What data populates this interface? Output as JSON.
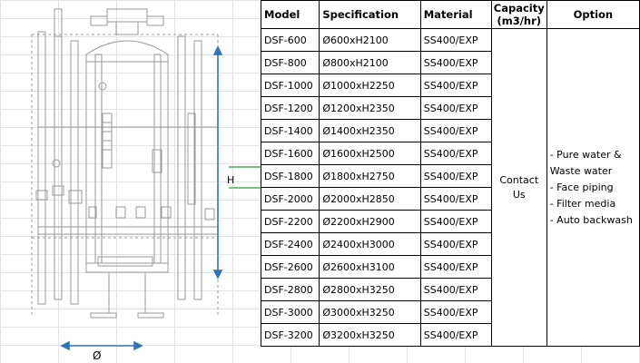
{
  "drawing": {
    "h_label": "H",
    "d_label": "Ø"
  },
  "table": {
    "headers": {
      "model": "Model",
      "specification": "Specification",
      "material": "Material",
      "capacity_line1": "Capacity",
      "capacity_line2": "(m3/hr)",
      "option": "Option"
    },
    "rows": [
      {
        "model": "DSF-600",
        "spec": "Ø600xH2100",
        "material": "SS400/EXP"
      },
      {
        "model": "DSF-800",
        "spec": "Ø800xH2100",
        "material": "SS400/EXP"
      },
      {
        "model": "DSF-1000",
        "spec": "Ø1000xH2250",
        "material": "SS400/EXP"
      },
      {
        "model": "DSF-1200",
        "spec": "Ø1200xH2350",
        "material": "SS400/EXP"
      },
      {
        "model": "DSF-1400",
        "spec": "Ø1400xH2350",
        "material": "SS400/EXP"
      },
      {
        "model": "DSF-1600",
        "spec": "Ø1600xH2500",
        "material": "SS400/EXP"
      },
      {
        "model": "DSF-1800",
        "spec": "Ø1800xH2750",
        "material": "SS400/EXP"
      },
      {
        "model": "DSF-2000",
        "spec": "Ø2000xH2850",
        "material": "SS400/EXP"
      },
      {
        "model": "DSF-2200",
        "spec": "Ø2200xH2900",
        "material": "SS400/EXP"
      },
      {
        "model": "DSF-2400",
        "spec": "Ø2400xH3000",
        "material": "SS400/EXP"
      },
      {
        "model": "DSF-2600",
        "spec": "Ø2600xH3100",
        "material": "SS400/EXP"
      },
      {
        "model": "DSF-2800",
        "spec": "Ø2800xH3250",
        "material": "SS400/EXP"
      },
      {
        "model": "DSF-3000",
        "spec": "Ø3000xH3250",
        "material": "SS400/EXP"
      },
      {
        "model": "DSF-3200",
        "spec": "Ø3200xH3250",
        "material": "SS400/EXP"
      }
    ],
    "capacity_value_line1": "Contact",
    "capacity_value_line2": "Us",
    "options": [
      "- Pure water &",
      "Waste water",
      "- Face piping",
      "- Filter media",
      "- Auto backwash"
    ]
  },
  "colors": {
    "dimension_arrow": "#2e75b6",
    "h_marker": "#2e9e3a",
    "drawing_line": "#9a9a9a"
  }
}
